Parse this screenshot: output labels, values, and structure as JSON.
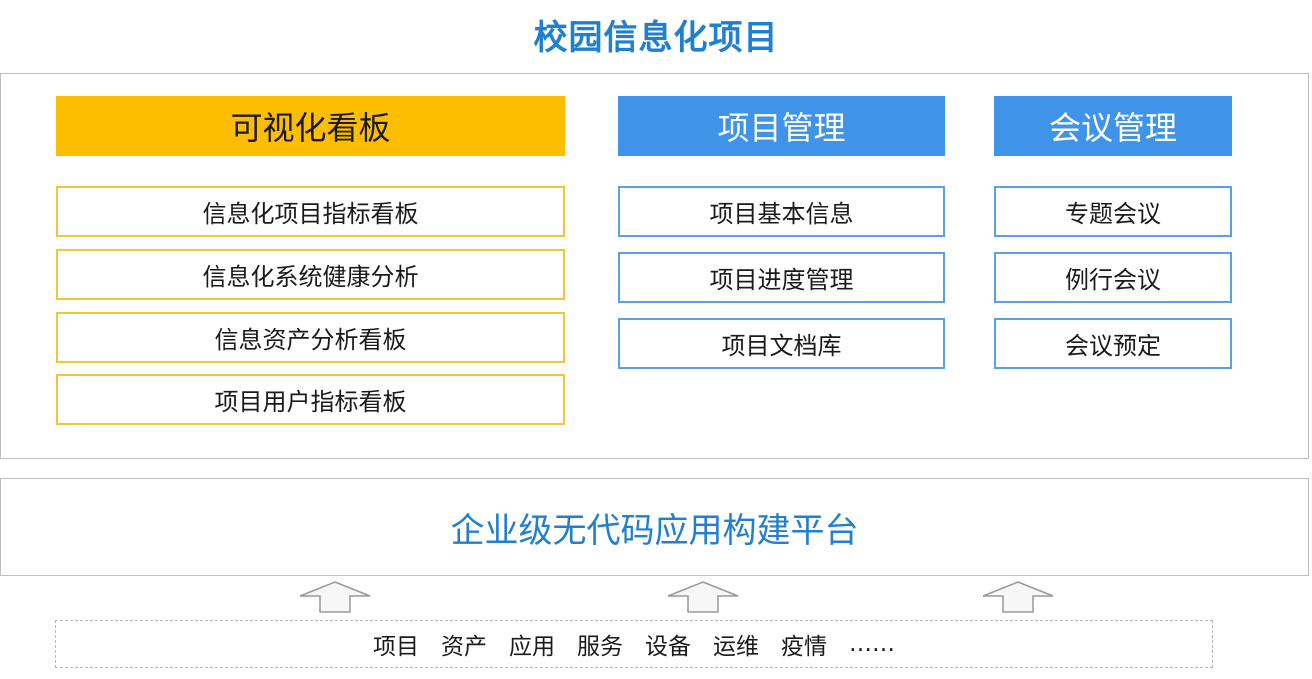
{
  "title": "校园信息化项目",
  "columns": [
    {
      "header": "可视化看板",
      "items": [
        "信息化项目指标看板",
        "信息化系统健康分析",
        "信息资产分析看板",
        "项目用户指标看板"
      ]
    },
    {
      "header": "项目管理",
      "items": [
        "项目基本信息",
        "项目进度管理",
        "项目文档库"
      ]
    },
    {
      "header": "会议管理",
      "items": [
        "专题会议",
        "例行会议",
        "会议预定"
      ]
    }
  ],
  "platform": "企业级无代码应用构建平台",
  "sources": [
    "项目",
    "资产",
    "应用",
    "服务",
    "设备",
    "运维",
    "疫情",
    "……"
  ],
  "colors": {
    "title": "#1f7fd0",
    "gold_header": "#fdbd00",
    "gold_border": "#f4c43a",
    "blue_header": "#3f93e8",
    "blue_border": "#5aa0e6"
  }
}
